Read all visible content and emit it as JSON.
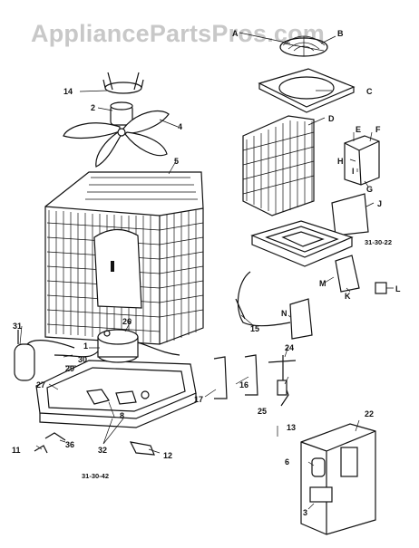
{
  "watermark": "AppliancePartsPros.com",
  "diagram_refs": [
    "31-30-22",
    "31-30-42"
  ],
  "callouts_numeric": [
    "14",
    "2",
    "4",
    "5",
    "26",
    "1",
    "31",
    "30",
    "29",
    "27",
    "11",
    "36",
    "32",
    "17",
    "16",
    "15",
    "24",
    "25",
    "13",
    "22",
    "6",
    "3",
    "12",
    "8"
  ],
  "callouts_letter": [
    "A",
    "B",
    "C",
    "D",
    "E",
    "F",
    "H",
    "I",
    "G",
    "J",
    "M",
    "K",
    "L",
    "N"
  ],
  "assembly": {
    "left_unit": "condenser coil assembly with fan and compressor",
    "right_unit": "exploded top panel, coil, base pan and control box"
  }
}
